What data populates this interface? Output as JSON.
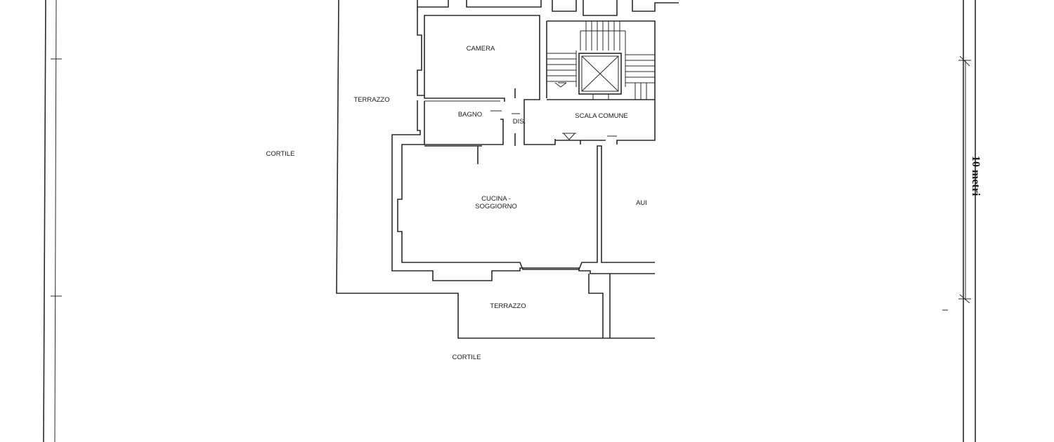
{
  "labels": {
    "camera": "CAMERA",
    "terrazzo_left": "TERRAZZO",
    "bagno": "BAGNO",
    "dis": "DIS.",
    "scala_comune": "SCALA COMUNE",
    "cortile_left": "CORTILE",
    "cucina_line1": "CUCINA -",
    "cucina_line2": "SOGGIORNO",
    "aui": "AUI",
    "terrazzo_bottom": "TERRAZZO",
    "cortile_bottom": "CORTILE",
    "scale_bar": "10 metri"
  },
  "colors": {
    "line": "#2a2a2a",
    "text": "#1a1a1a",
    "background": "#ffffff"
  }
}
